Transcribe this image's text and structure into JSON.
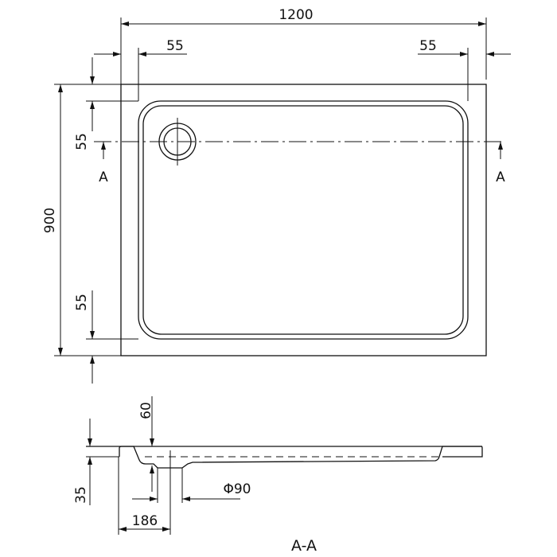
{
  "title": "Shower tray technical drawing",
  "plan": {
    "width_dim": "1200",
    "left_margin_dim": "55",
    "right_margin_dim": "55",
    "height_dim": "900",
    "top_margin_dim": "55",
    "bottom_margin_dim": "55",
    "section_mark_left": "A",
    "section_mark_right": "A"
  },
  "section": {
    "label": "A-A",
    "depth_dim": "60",
    "rim_dim": "35",
    "drain_diameter_dim": "Φ90",
    "drain_offset_dim": "186"
  }
}
